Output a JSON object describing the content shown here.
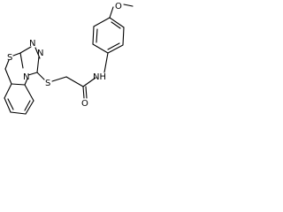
{
  "molecule": {
    "atoms": {
      "o_methoxy": "O",
      "n_amide": "NH",
      "o_carbonyl": "O",
      "s_thioether": "S",
      "n_triazole_1": "N",
      "n_triazole_2": "N",
      "n_triazole_bridge": "N",
      "s_thiazole": "S"
    }
  }
}
